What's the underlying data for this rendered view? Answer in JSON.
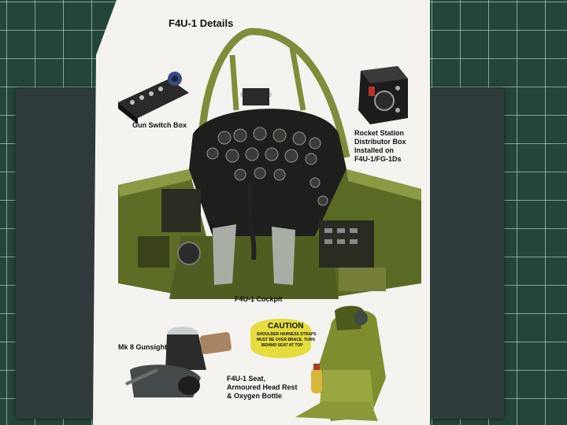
{
  "title": "F4U-1 Details",
  "labels": {
    "gun_switch_box": "Gun Switch Box",
    "rocket_station_l1": "Rocket Station",
    "rocket_station_l2": "Distributor Box",
    "rocket_station_l3": "Installed on",
    "rocket_station_l4": "F4U-1/FG-1Ds",
    "cockpit": "F4U-1 Cockpit",
    "gunsight": "Mk 8 Gunsight",
    "seat_l1": "F4U-1 Seat,",
    "seat_l2": "Armoured Head Rest",
    "seat_l3": "& Oxygen Bottle"
  },
  "caution": {
    "heading": "CAUTION",
    "line1": "SHOULDER HARNESS STRAPS",
    "line2": "MUST BE OVER BRACE. TURN",
    "line3": "BEHIND SEAT AT TOP"
  },
  "colors": {
    "mat": "#24463a",
    "sheet": "#f4f3f0",
    "cockpit_green": "#6b7a2c",
    "panel_black": "#1c1c1c",
    "caution_yellow": "#e6dc3c"
  }
}
